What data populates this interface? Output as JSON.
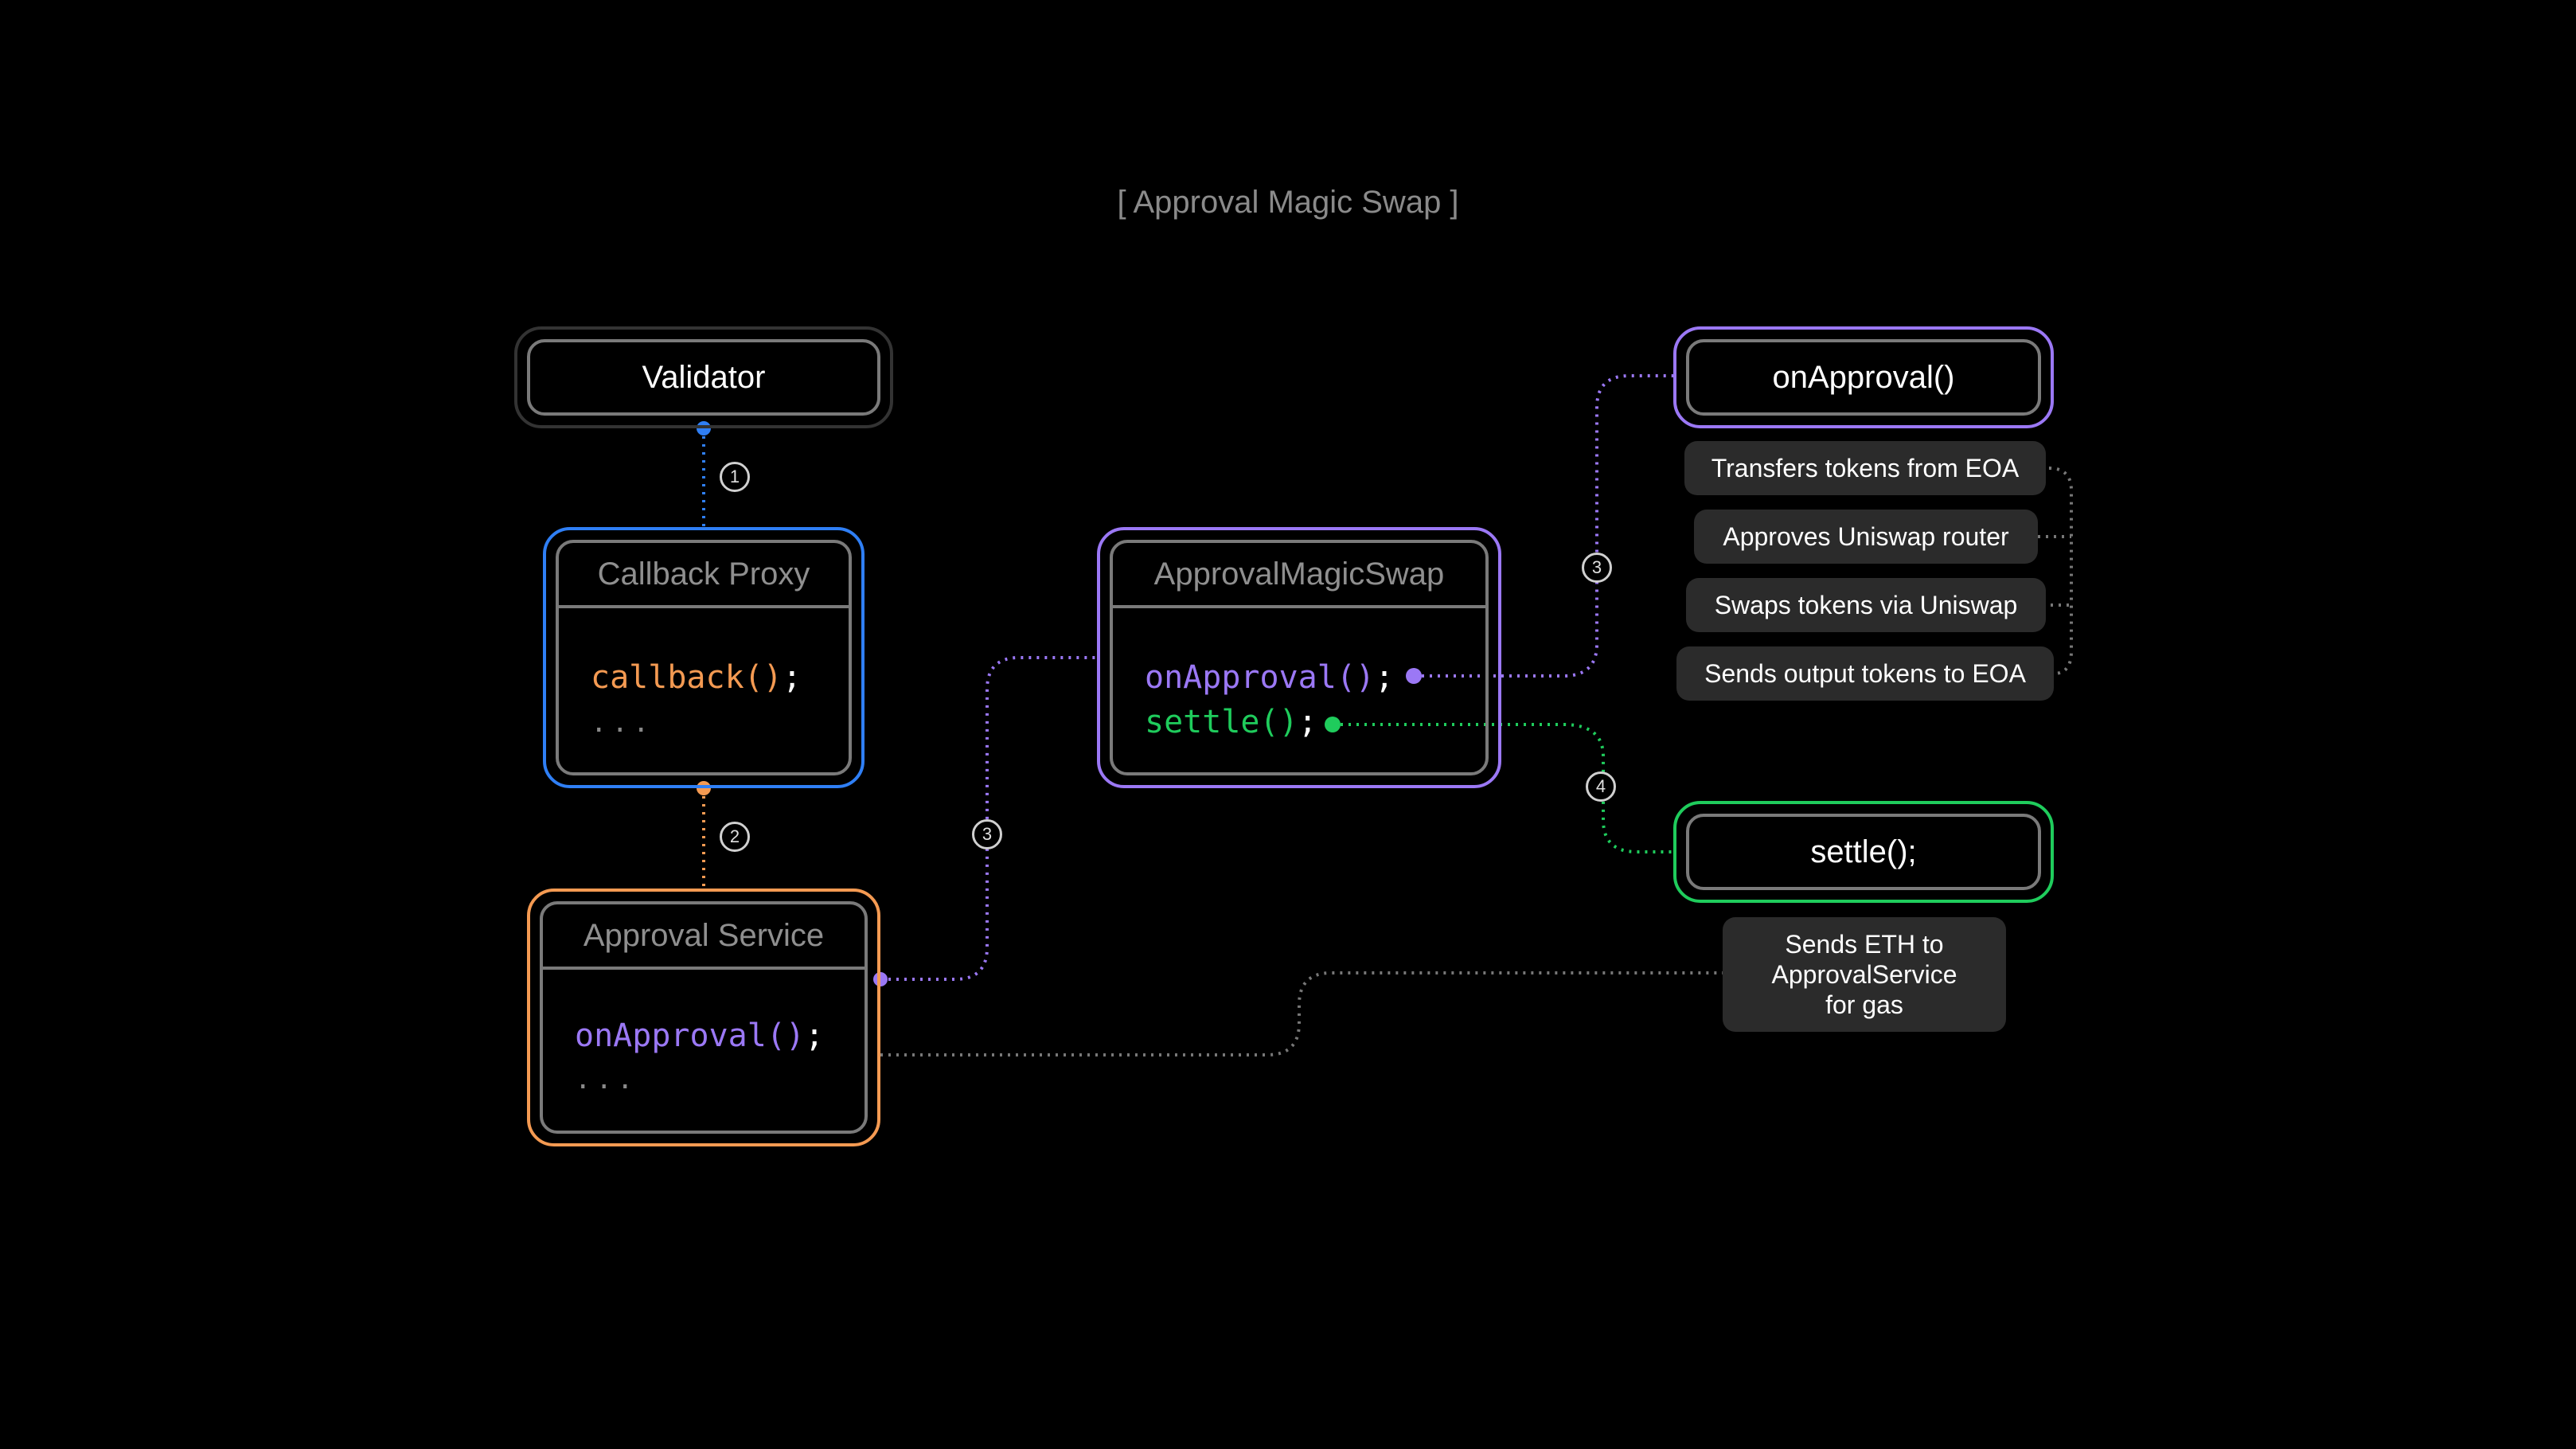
{
  "title": "[ Approval Magic Swap ]",
  "colors": {
    "blue": "#2f7ff5",
    "orange": "#f49a52",
    "purple": "#9b78f5",
    "green": "#1fcc5c",
    "gray": "#777777"
  },
  "validator": {
    "label": "Validator"
  },
  "callback_proxy": {
    "header": "Callback Proxy",
    "code": "callback()",
    "semicolon": ";",
    "ellipsis": "..."
  },
  "approval_service": {
    "header": "Approval Service",
    "code": "onApproval()",
    "semicolon": ";",
    "ellipsis": "..."
  },
  "magic_swap": {
    "header": "ApprovalMagicSwap",
    "code1": "onApproval()",
    "code2": "settle()",
    "semicolon": ";"
  },
  "on_approval_box": {
    "label": "onApproval()"
  },
  "on_approval_steps": [
    "Transfers tokens from EOA",
    "Approves Uniswap router",
    "Swaps tokens via Uniswap",
    "Sends output tokens to EOA"
  ],
  "settle_box": {
    "label": "settle();"
  },
  "settle_note": {
    "line1": "Sends ETH to",
    "line2": "ApprovalService",
    "line3": "for gas"
  },
  "steps": {
    "s1": "1",
    "s2": "2",
    "s3a": "3",
    "s3b": "3",
    "s4": "4"
  }
}
